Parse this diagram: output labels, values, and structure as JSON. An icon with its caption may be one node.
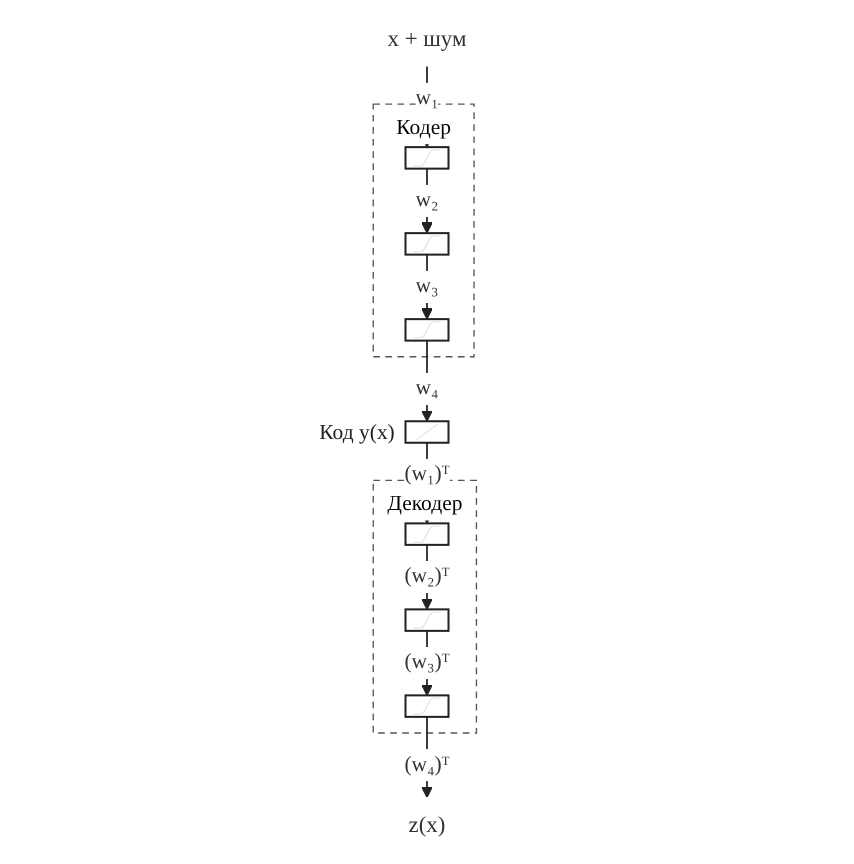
{
  "diagram": {
    "nodes": [
      {
        "text": [
          "x + шум"
        ]
      },
      {
        "text": [
          "Кодер"
        ]
      },
      {
        "text": [],
        "shape": "box",
        "in": 1
      },
      {
        "text": [],
        "shape": "box",
        "in": 1
      },
      {
        "text": [],
        "shape": "box",
        "in": 1
      },
      {
        "text": [
          "Декодер"
        ]
      },
      {
        "text": [],
        "shape": "box",
        "beside": [
          "Код y(x)"
        ]
      },
      {
        "text": [],
        "shape": "box",
        "in": 5
      },
      {
        "text": [],
        "shape": "box",
        "in": 5
      },
      {
        "text": [],
        "shape": "box",
        "in": 5
      },
      {
        "text": [
          "z(x)"
        ]
      }
    ],
    "edges": [
      {
        "from": 0,
        "to": 2,
        "arrow": "to",
        "label": "w₁"
      },
      {
        "from": 2,
        "to": 3,
        "arrow": "to",
        "label": "w₂"
      },
      {
        "from": 3,
        "to": 4,
        "arrow": "to",
        "label": "w₃"
      },
      {
        "from": 4,
        "to": 6,
        "arrow": "to",
        "label": "w₄"
      },
      {
        "from": 6,
        "to": 7,
        "arrow": "to",
        "label": "(w₁)ᵀ"
      },
      {
        "from": 7,
        "to": 8,
        "arrow": "to",
        "label": "(w₂)ᵀ"
      },
      {
        "from": 8,
        "to": 9,
        "arrow": "to",
        "label": "(w₃)ᵀ"
      },
      {
        "from": 9,
        "to": 10,
        "arrow": "to",
        "label": "(w₄)ᵀ"
      }
    ]
  }
}
